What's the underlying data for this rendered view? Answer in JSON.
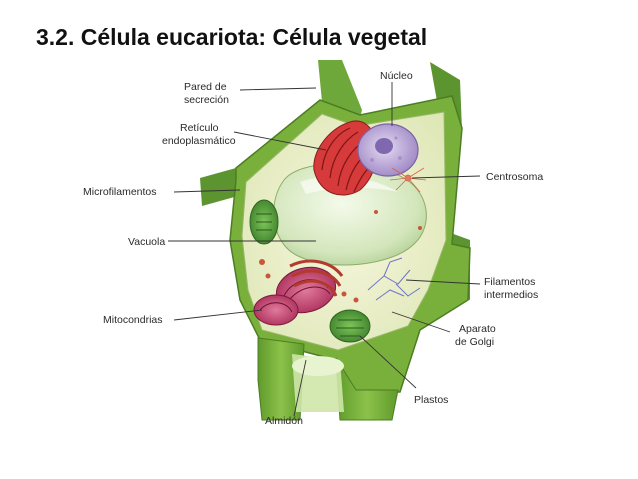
{
  "slide": {
    "title": "3.2. Célula eucariota: Célula vegetal"
  },
  "labels": {
    "pared_secrecion": [
      "Pared de",
      "secreción"
    ],
    "reticulo": [
      "Retículo",
      "endoplasmático"
    ],
    "microfilamentos": "Microfilamentos",
    "vacuola": "Vacuola",
    "mitocondrias": "Mitocondrias",
    "nucleo": "Núcleo",
    "centrosoma": "Centrosoma",
    "filamentos": [
      "Filamentos",
      "intermedios"
    ],
    "golgi": [
      "Aparato",
      "de Golgi"
    ],
    "plastos": "Plastos",
    "almidon": "Almidón"
  },
  "colors": {
    "cell_wall": "#7db33a",
    "cytoplasm": "#e9efc6",
    "vacuole": "#d6e8c0",
    "er": "#d8343a",
    "nucleus": "#b9a6d6",
    "mitochondria": "#c23a6a",
    "chloroplast": "#4f9a3a",
    "golgi": "#c44a3c"
  }
}
